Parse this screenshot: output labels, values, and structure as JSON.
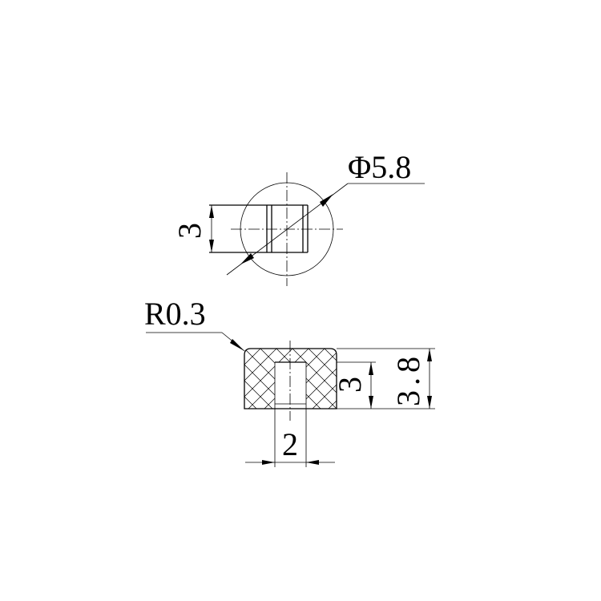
{
  "drawing": {
    "background": "#ffffff",
    "line_color": "#000000",
    "top_view": {
      "diameter_label": "Φ5.8",
      "width_label": "3"
    },
    "section_view": {
      "radius_label": "R0.3",
      "hole_depth_label": "3",
      "total_height_label": "3.8",
      "hole_width_label": "2"
    }
  }
}
